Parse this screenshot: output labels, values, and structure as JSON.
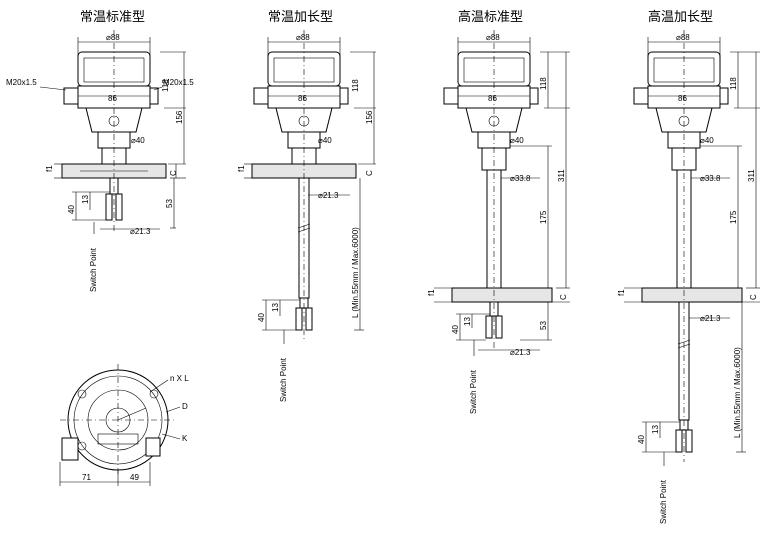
{
  "titles": {
    "std_normal": "常温标准型",
    "ext_normal": "常温加长型",
    "std_high": "高温标准型",
    "ext_high": "高温加长型"
  },
  "dims": {
    "d88": "⌀88",
    "d40": "⌀40",
    "d21": "⌀21.3",
    "d33": "⌀33.8",
    "w86": "86",
    "h118": "118",
    "h156": "156",
    "h311": "311",
    "h175": "175",
    "h53": "53",
    "h40": "40",
    "h13": "13",
    "f1": "f1",
    "c": "C",
    "m20": "M20x1.5",
    "len": "L (Min.55mm / Max.6000)",
    "switch_point": "Switch Point",
    "nxl": "n X L",
    "d_label": "D",
    "k_label": "K",
    "w71": "71",
    "w49": "49"
  }
}
